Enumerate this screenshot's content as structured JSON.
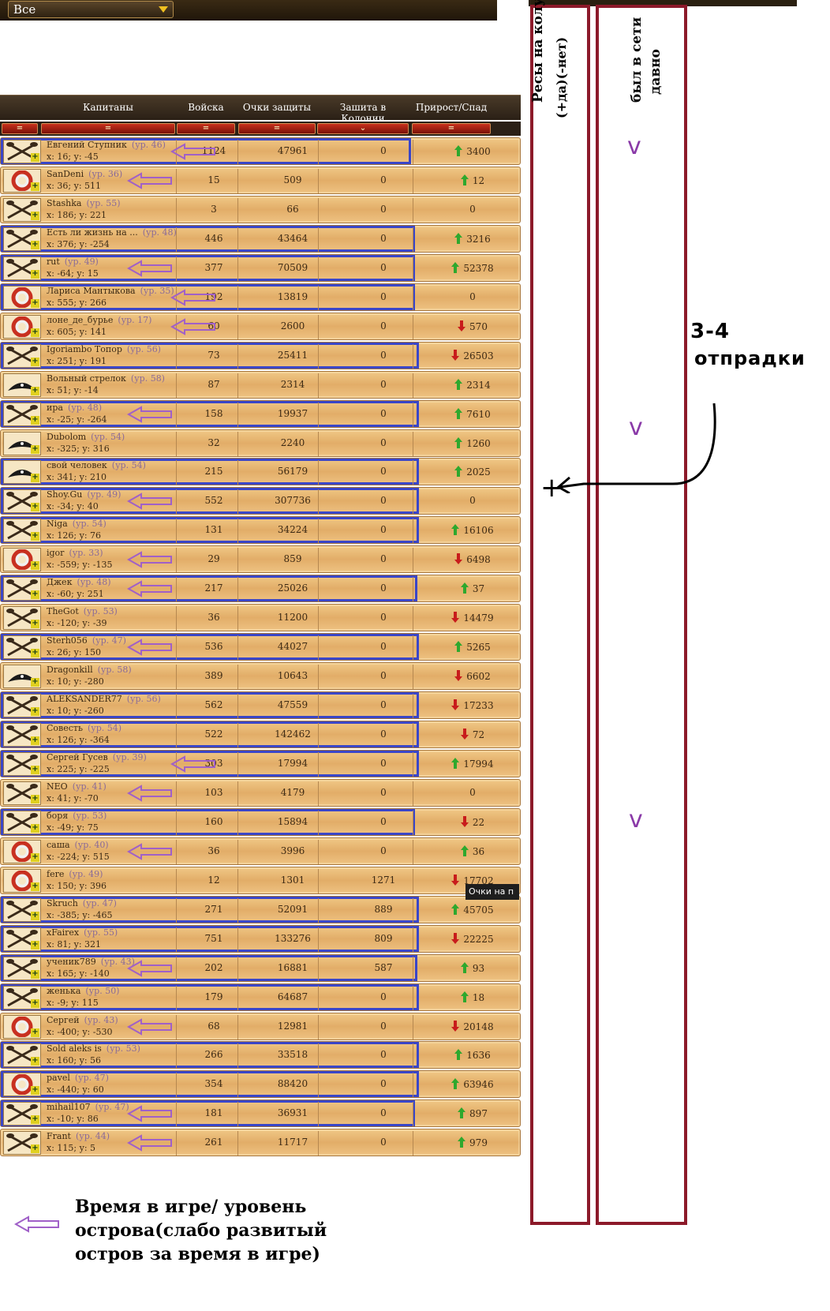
{
  "filter": {
    "selected": "Все"
  },
  "table": {
    "headers": {
      "captains": "Капитаны",
      "troops": "Войска",
      "defense": "Очки защиты",
      "colony_defense": "Зашита в Колонии",
      "growth": "Прирост/Спад"
    },
    "sort_symbols": {
      "eq": "=",
      "active": "⌄"
    },
    "rows": [
      {
        "name": "Евгений Ступник",
        "level": "(ур. 46)",
        "coords": "x: 16; y: -45",
        "troops": "1124",
        "defense": "47961",
        "colony": "0",
        "growth": "3400",
        "trend": "up",
        "icon": "crossed-oars",
        "highlight": 520,
        "arrow": true
      },
      {
        "name": "SanDeni",
        "level": "(ур. 36)",
        "coords": "x: 36; y: 511",
        "troops": "15",
        "defense": "509",
        "colony": "0",
        "growth": "12",
        "trend": "up",
        "icon": "lifebuoy",
        "highlight": 0,
        "arrow": true
      },
      {
        "name": "Stashka",
        "level": "(ур. 55)",
        "coords": "x: 186; y: 221",
        "troops": "3",
        "defense": "66",
        "colony": "0",
        "growth": "0",
        "trend": "none",
        "icon": "crossed-oars",
        "highlight": 0,
        "arrow": false
      },
      {
        "name": "Есть ли жизнь на ...",
        "level": "(ур. 48)",
        "coords": "x: 376; y: -254",
        "troops": "446",
        "defense": "43464",
        "colony": "0",
        "growth": "3216",
        "trend": "up",
        "icon": "crossed-oars",
        "highlight": 525,
        "arrow": false
      },
      {
        "name": "rut",
        "level": "(ур. 49)",
        "coords": "x: -64; y: 15",
        "troops": "377",
        "defense": "70509",
        "colony": "0",
        "growth": "52378",
        "trend": "up",
        "icon": "crossed-oars",
        "highlight": 525,
        "arrow": true
      },
      {
        "name": "Лариса Мантыкова",
        "level": "(ур. 35)",
        "coords": "x: 555; y: 266",
        "troops": "192",
        "defense": "13819",
        "colony": "0",
        "growth": "0",
        "trend": "none",
        "icon": "lifebuoy",
        "highlight": 525,
        "arrow": true
      },
      {
        "name": "лоне_де_бурье",
        "level": "(ур. 17)",
        "coords": "x: 605; y: 141",
        "troops": "60",
        "defense": "2600",
        "colony": "0",
        "growth": "570",
        "trend": "down",
        "icon": "lifebuoy",
        "highlight": 0,
        "arrow": true
      },
      {
        "name": "Igoriambo Топор",
        "level": "(ур. 56)",
        "coords": "x: 251; y: 191",
        "troops": "73",
        "defense": "25411",
        "colony": "0",
        "growth": "26503",
        "trend": "down",
        "icon": "crossed-oars",
        "highlight": 530,
        "arrow": false
      },
      {
        "name": "Вольный стрелок",
        "level": "(ур. 58)",
        "coords": "x: 51; y: -14",
        "troops": "87",
        "defense": "2314",
        "colony": "0",
        "growth": "2314",
        "trend": "up",
        "icon": "pirate-hat",
        "highlight": 0,
        "arrow": false
      },
      {
        "name": "ира",
        "level": "(ур. 48)",
        "coords": "x: -25; y: -264",
        "troops": "158",
        "defense": "19937",
        "colony": "0",
        "growth": "7610",
        "trend": "up",
        "icon": "crossed-oars",
        "highlight": 530,
        "arrow": true
      },
      {
        "name": "Dubolom",
        "level": "(ур. 54)",
        "coords": "x: -325; y: 316",
        "troops": "32",
        "defense": "2240",
        "colony": "0",
        "growth": "1260",
        "trend": "up",
        "icon": "pirate-hat",
        "highlight": 0,
        "arrow": false
      },
      {
        "name": "свой человек",
        "level": "(ур. 54)",
        "coords": "x: 341; y: 210",
        "troops": "215",
        "defense": "56179",
        "colony": "0",
        "growth": "2025",
        "trend": "up",
        "icon": "pirate-hat",
        "highlight": 530,
        "arrow": false
      },
      {
        "name": "Shoy.Gu",
        "level": "(ур. 49)",
        "coords": "x: -34; y: 40",
        "troops": "552",
        "defense": "307736",
        "colony": "0",
        "growth": "0",
        "trend": "none",
        "icon": "crossed-oars",
        "highlight": 530,
        "arrow": true
      },
      {
        "name": "Niga",
        "level": "(ур. 54)",
        "coords": "x: 126; y: 76",
        "troops": "131",
        "defense": "34224",
        "colony": "0",
        "growth": "16106",
        "trend": "up",
        "icon": "crossed-oars",
        "highlight": 530,
        "arrow": false
      },
      {
        "name": "igor",
        "level": "(ур. 33)",
        "coords": "x: -559; y: -135",
        "troops": "29",
        "defense": "859",
        "colony": "0",
        "growth": "6498",
        "trend": "down",
        "icon": "lifebuoy",
        "highlight": 0,
        "arrow": true
      },
      {
        "name": "Джек",
        "level": "(ур. 48)",
        "coords": "x: -60; y: 251",
        "troops": "217",
        "defense": "25026",
        "colony": "0",
        "growth": "37",
        "trend": "up",
        "icon": "crossed-oars",
        "highlight": 528,
        "arrow": true
      },
      {
        "name": "TheGot",
        "level": "(ур. 53)",
        "coords": "x: -120; y: -39",
        "troops": "36",
        "defense": "11200",
        "colony": "0",
        "growth": "14479",
        "trend": "down",
        "icon": "crossed-oars",
        "highlight": 0,
        "arrow": false
      },
      {
        "name": "Sterh056",
        "level": "(ур. 47)",
        "coords": "x: 26; y: 150",
        "troops": "536",
        "defense": "44027",
        "colony": "0",
        "growth": "5265",
        "trend": "up",
        "icon": "crossed-oars",
        "highlight": 530,
        "arrow": true
      },
      {
        "name": "Dragonkill",
        "level": "(ур. 58)",
        "coords": "x: 10; y: -280",
        "troops": "389",
        "defense": "10643",
        "colony": "0",
        "growth": "6602",
        "trend": "down",
        "icon": "pirate-hat",
        "highlight": 0,
        "arrow": false
      },
      {
        "name": "ALEKSANDER77",
        "level": "(ур. 56)",
        "coords": "x: 10; y: -260",
        "troops": "562",
        "defense": "47559",
        "colony": "0",
        "growth": "17233",
        "trend": "down",
        "icon": "crossed-oars",
        "highlight": 530,
        "arrow": false
      },
      {
        "name": "Совесть",
        "level": "(ур. 54)",
        "coords": "x: 126; y: -364",
        "troops": "522",
        "defense": "142462",
        "colony": "0",
        "growth": "72",
        "trend": "down",
        "icon": "crossed-oars",
        "highlight": 530,
        "arrow": false
      },
      {
        "name": "Сергей Гусев",
        "level": "(ур. 39)",
        "coords": "x: 225; y: -225",
        "troops": "303",
        "defense": "17994",
        "colony": "0",
        "growth": "17994",
        "trend": "up",
        "icon": "crossed-oars",
        "highlight": 530,
        "arrow": true
      },
      {
        "name": "NEO",
        "level": "(ур. 41)",
        "coords": "x: 41; y: -70",
        "troops": "103",
        "defense": "4179",
        "colony": "0",
        "growth": "0",
        "trend": "none",
        "icon": "crossed-oars",
        "highlight": 0,
        "arrow": true
      },
      {
        "name": "боря",
        "level": "(ур. 53)",
        "coords": "x: -49; y: 75",
        "troops": "160",
        "defense": "15894",
        "colony": "0",
        "growth": "22",
        "trend": "down",
        "icon": "crossed-oars",
        "highlight": 525,
        "arrow": false
      },
      {
        "name": "саша",
        "level": "(ур. 40)",
        "coords": "x: -224; y: 515",
        "troops": "36",
        "defense": "3996",
        "colony": "0",
        "growth": "36",
        "trend": "up",
        "icon": "lifebuoy",
        "highlight": 0,
        "arrow": true
      },
      {
        "name": "fere",
        "level": "(ур. 49)",
        "coords": "x: 150; y: 396",
        "troops": "12",
        "defense": "1301",
        "colony": "1271",
        "growth": "17702",
        "trend": "down",
        "icon": "lifebuoy",
        "highlight": 0,
        "arrow": false
      },
      {
        "name": "Skruch",
        "level": "(ур. 47)",
        "coords": "x: -385; y: -465",
        "troops": "271",
        "defense": "52091",
        "colony": "889",
        "growth": "45705",
        "trend": "up",
        "icon": "crossed-oars",
        "highlight": 530,
        "arrow": false
      },
      {
        "name": "xFairex",
        "level": "(ур. 55)",
        "coords": "x: 81; y: 321",
        "troops": "751",
        "defense": "133276",
        "colony": "809",
        "growth": "22225",
        "trend": "down",
        "icon": "crossed-oars",
        "highlight": 530,
        "arrow": false
      },
      {
        "name": "ученик789",
        "level": "(ур. 43)",
        "coords": "x: 165; y: -140",
        "troops": "202",
        "defense": "16881",
        "colony": "587",
        "growth": "93",
        "trend": "up",
        "icon": "crossed-oars",
        "highlight": 528,
        "arrow": true
      },
      {
        "name": "женька",
        "level": "(ур. 50)",
        "coords": "x: -9; y: 115",
        "troops": "179",
        "defense": "64687",
        "colony": "0",
        "growth": "18",
        "trend": "up",
        "icon": "crossed-oars",
        "highlight": 530,
        "arrow": false
      },
      {
        "name": "Сергей",
        "level": "(ур. 43)",
        "coords": "x: -400; y: -530",
        "troops": "68",
        "defense": "12981",
        "colony": "0",
        "growth": "20148",
        "trend": "down",
        "icon": "lifebuoy",
        "highlight": 0,
        "arrow": true
      },
      {
        "name": "Sold aleks is",
        "level": "(ур. 53)",
        "coords": "x: 160; y: 56",
        "troops": "266",
        "defense": "33518",
        "colony": "0",
        "growth": "1636",
        "trend": "up",
        "icon": "crossed-oars",
        "highlight": 530,
        "arrow": false
      },
      {
        "name": "pavel",
        "level": "(ур. 47)",
        "coords": "x: -440; y: 60",
        "troops": "354",
        "defense": "88420",
        "colony": "0",
        "growth": "63946",
        "trend": "up",
        "icon": "lifebuoy",
        "highlight": 530,
        "arrow": false
      },
      {
        "name": "mihail107",
        "level": "(ур. 47)",
        "coords": "x: -10; y: 86",
        "troops": "181",
        "defense": "36931",
        "colony": "0",
        "growth": "897",
        "trend": "up",
        "icon": "crossed-oars",
        "highlight": 525,
        "arrow": true
      },
      {
        "name": "Frant",
        "level": "(ур. 44)",
        "coords": "x: 115; y: 5",
        "troops": "261",
        "defense": "11717",
        "colony": "0",
        "growth": "979",
        "trend": "up",
        "icon": "crossed-oars",
        "highlight": 0,
        "arrow": true
      }
    ]
  },
  "tooltip": "Очки на п",
  "annotations": {
    "col1_title": "Ресы на колу",
    "col1_sub": "(+да)(-нет)",
    "col2_title": "был в сети",
    "col2_sub": "давно",
    "checkmark": "v",
    "plus_mark": "+",
    "handwritten_1": "3-4",
    "handwritten_2": "отпрадки",
    "legend": "Время в игре/ уровень острова(слабо развитый остров за время в игре)"
  },
  "colors": {
    "highlight_blue": "#3a46c8",
    "arrow_purple": "#a060c8",
    "annotation_red": "#8c1a2a",
    "trend_up": "#2ea82e",
    "trend_down": "#c81c1c"
  }
}
